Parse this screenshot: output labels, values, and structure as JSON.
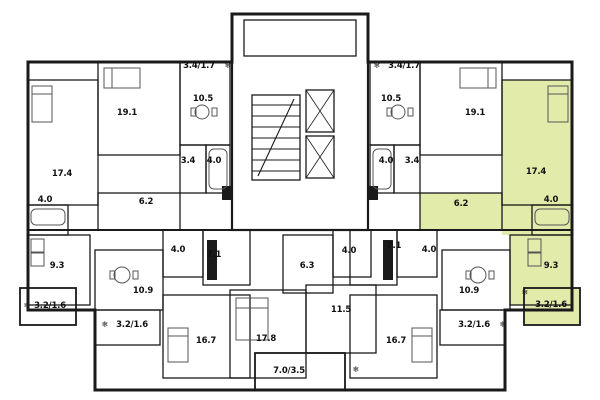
{
  "plan": {
    "highlight_color": "#e2ebaa",
    "wall_color": "#1a1a1a",
    "snowflake": "❄",
    "labels": {
      "tl_balcony": "3.4/1.7",
      "tl_bedroom": "19.1",
      "tl_kitchen": "10.5",
      "tl_hall": "3.4",
      "tl_bath": "4.0",
      "tl_living": "17.4",
      "tl_corridor": "6.2",
      "tl_wc": "4.0",
      "bl_kitchen": "9.3",
      "bl_balcony_side": "3.2/1.6",
      "bl_room": "10.9",
      "bl_bath": "4.0",
      "bl_hall": "7.1",
      "bl_bedroom": "16.7",
      "bl_balcony_bottom": "3.2/1.6",
      "cb_living": "17.8",
      "cb_hall": "6.3",
      "cb_kitchen": "11.5",
      "cb_bath": "4.0",
      "cb_balcony": "7.0/3.5",
      "tr_balcony": "3.4/1.7",
      "tr_kitchen": "10.5",
      "tr_bedroom": "19.1",
      "tr_bath": "4.0",
      "tr_hall": "3.4",
      "tr_living_hl": "17.4",
      "tr_corridor_hl": "6.2",
      "tr_wc_hl": "4.0",
      "br_kitchen_hl": "9.3",
      "br_balcony_side_hl": "3.2/1.6",
      "br_room": "10.9",
      "br_bath": "4.0",
      "br_hall": "7.1",
      "br_bedroom": "16.7",
      "br_balcony_bottom": "3.2/1.6"
    }
  }
}
